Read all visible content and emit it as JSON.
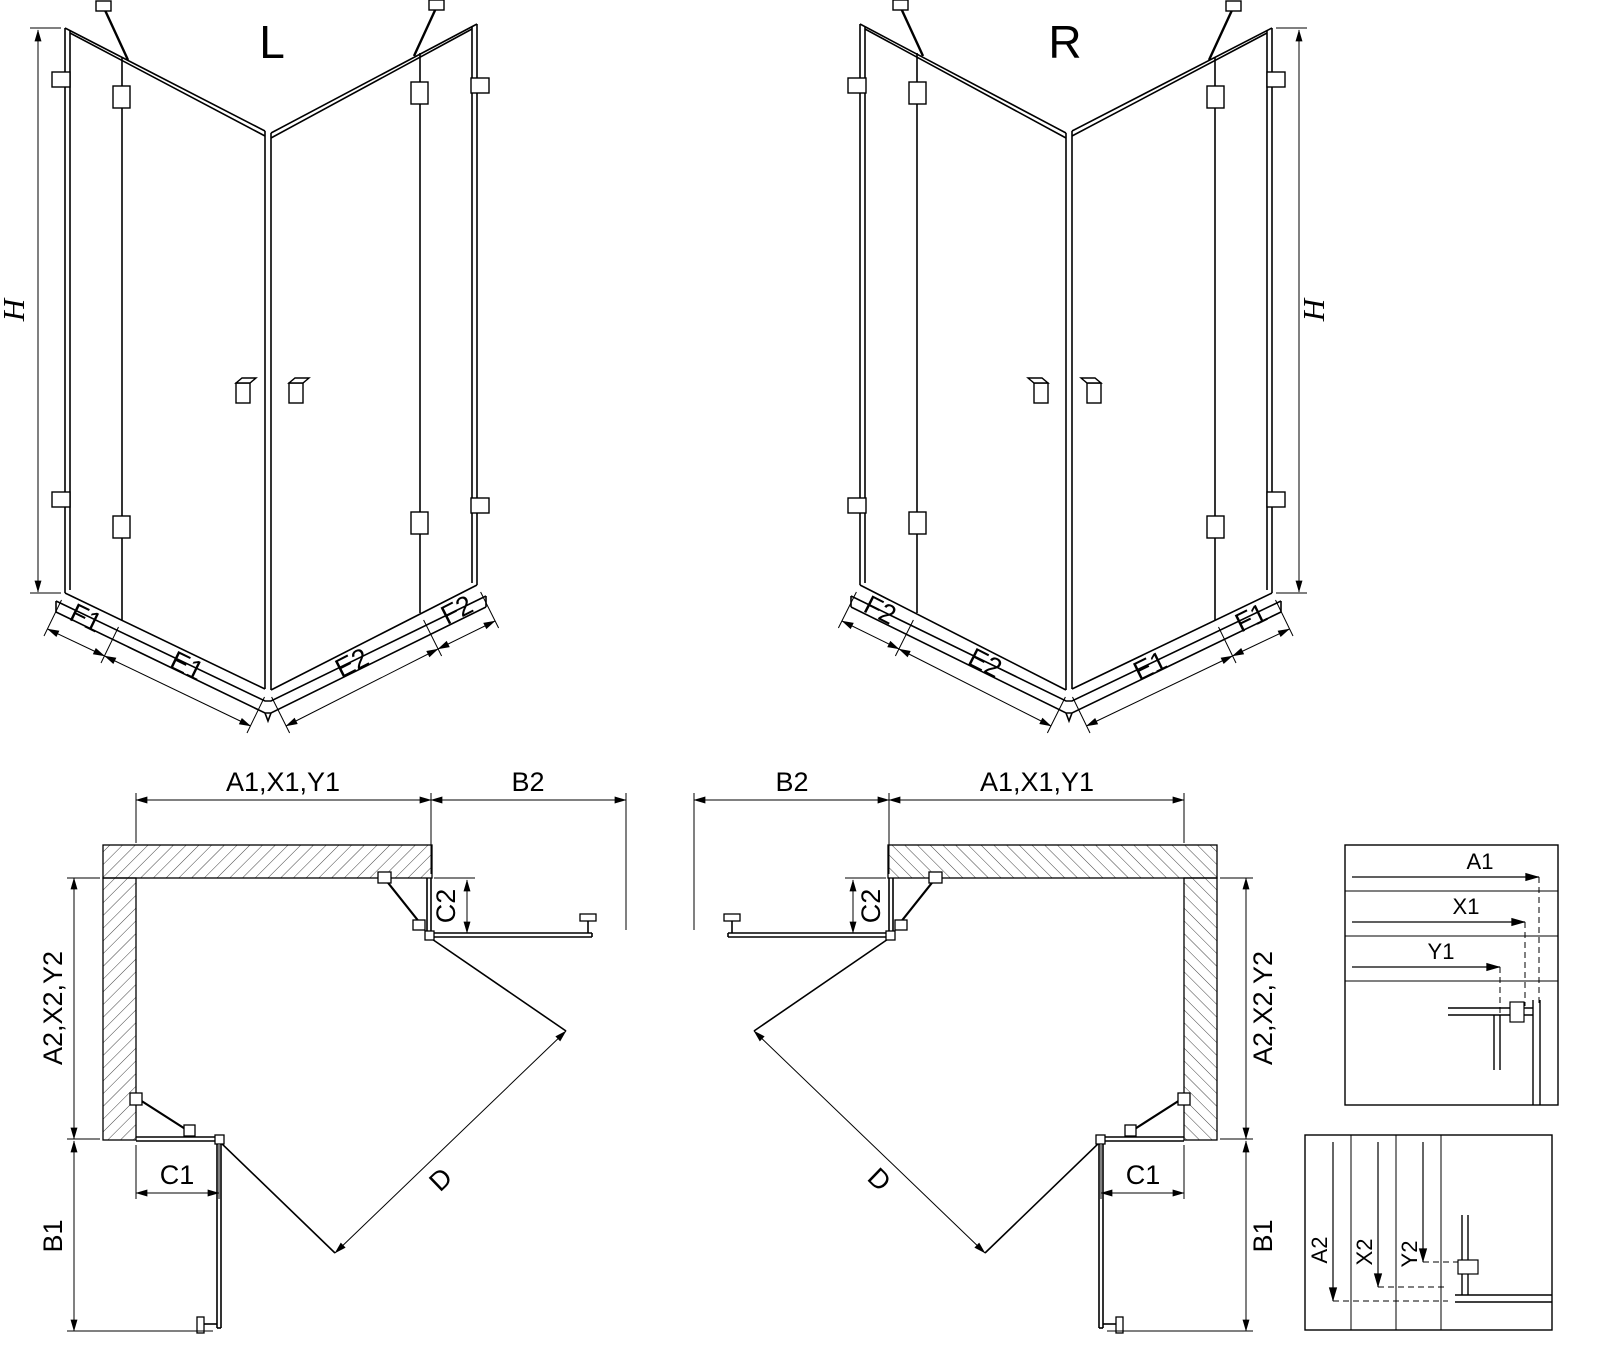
{
  "background": "#ffffff",
  "line_color": "#000000",
  "title": {
    "left": "L",
    "right": "R"
  },
  "perspective": {
    "height": "H",
    "segments": {
      "f1": "F1",
      "e1": "E1",
      "e2": "E2",
      "f2": "F2"
    }
  },
  "plan": {
    "top_width": "A1,X1,Y1",
    "side_width": "B2",
    "fixed_top": "C2",
    "depth": "A2,X2,Y2",
    "fixed_side": "C1",
    "door_side": "B1",
    "diagonal": "D"
  },
  "details": {
    "horizontal": [
      "A1",
      "X1",
      "Y1"
    ],
    "vertical": [
      "A2",
      "X2",
      "Y2"
    ]
  }
}
